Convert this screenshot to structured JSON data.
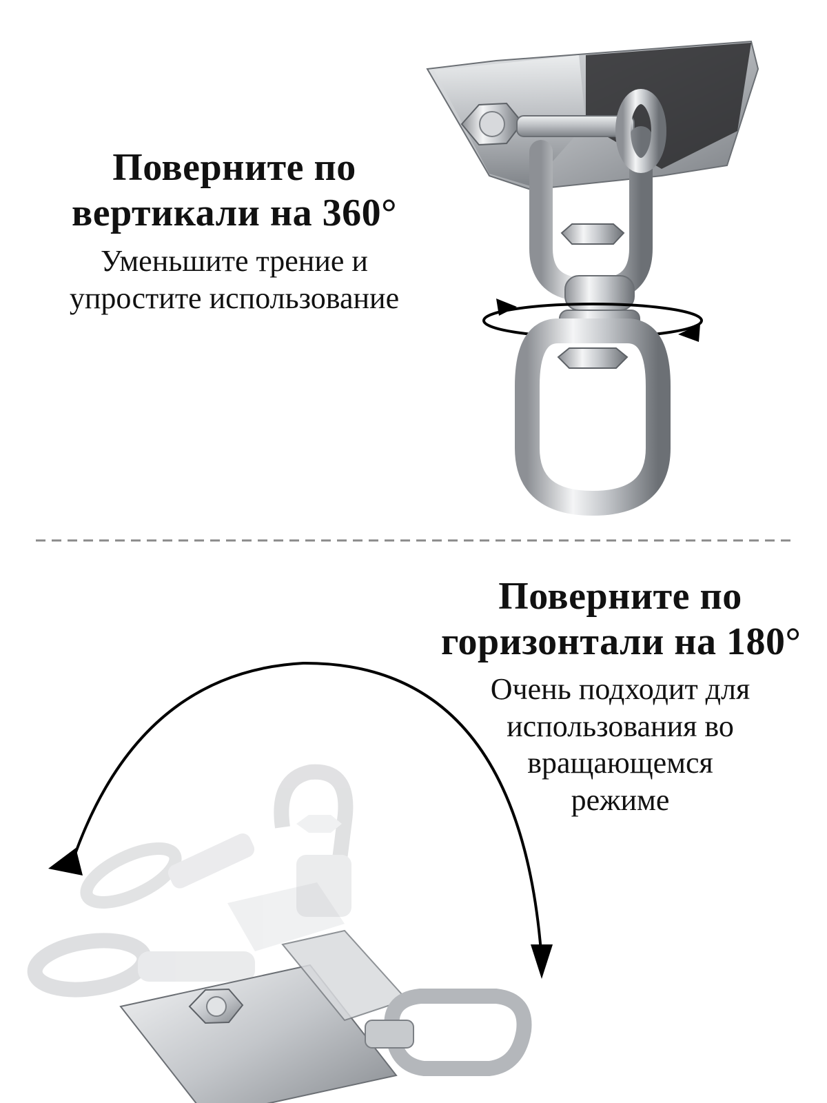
{
  "vertical_section": {
    "heading_lines": [
      "Поверните по",
      "вертикали на 360°"
    ],
    "description_lines": [
      "Уменьшите трение и",
      "упростите использование"
    ]
  },
  "horizontal_section": {
    "heading_lines": [
      "Поверните по",
      "горизонтали на 180°"
    ],
    "description_lines": [
      "Очень подходит для",
      "использования во",
      "вращающемся",
      "режиме"
    ]
  },
  "colors": {
    "text": "#111111",
    "metal_light": "#f2f3f4",
    "metal_mid": "#c7c9cc",
    "metal_dark": "#6f7378",
    "arrow": "#000000",
    "divider": "#8a8a8a"
  },
  "icons": [
    "rotate-360-arrow-icon",
    "rotate-180-arc-arrow-icon"
  ]
}
